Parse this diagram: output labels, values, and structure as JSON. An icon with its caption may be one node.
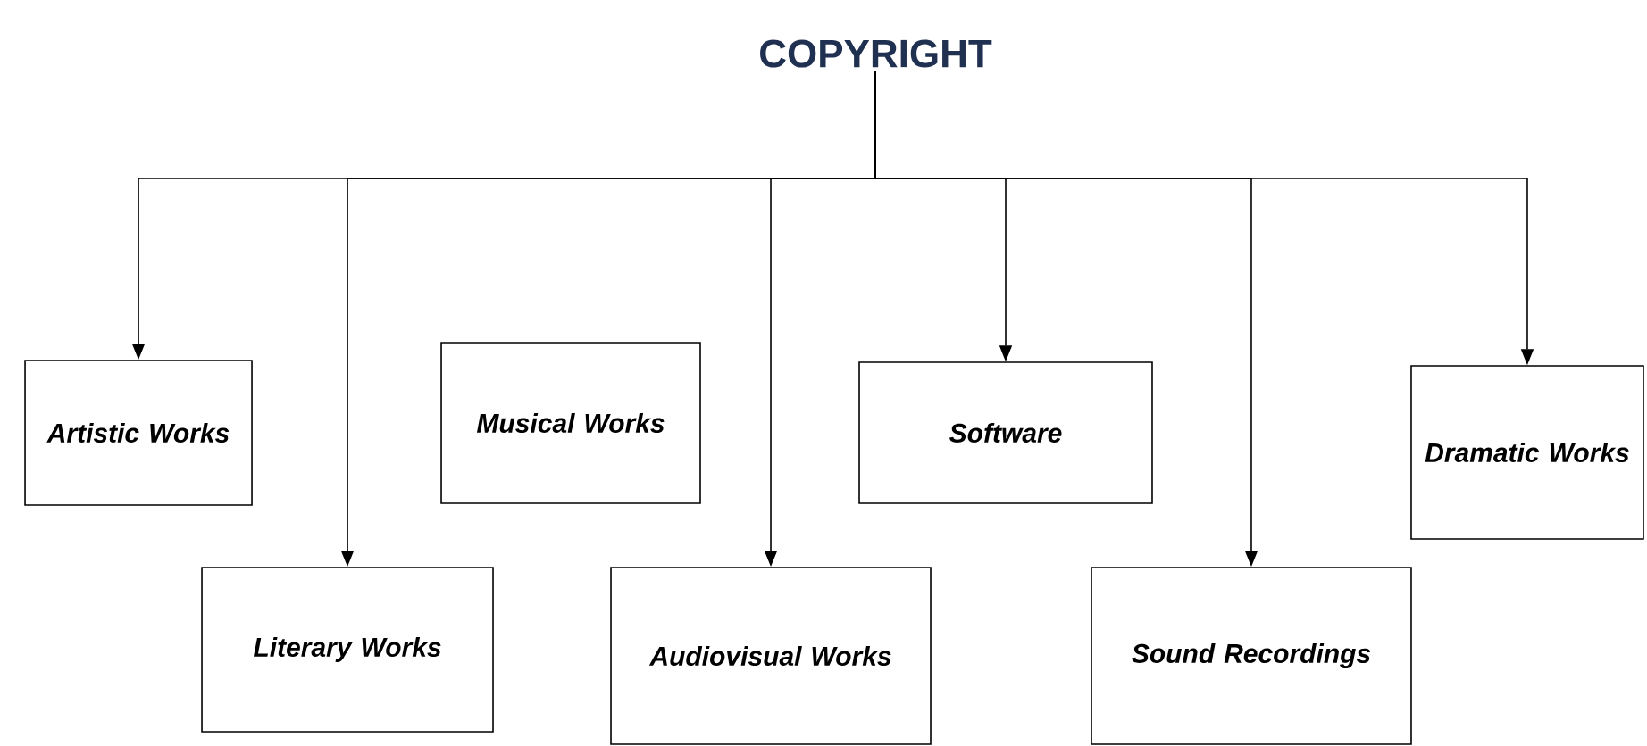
{
  "diagram": {
    "nodes": [
      {
        "text": [
          "COPYRIGHT"
        ]
      },
      {
        "text": [
          "Artistic Works"
        ]
      },
      {
        "text": [
          "Musical Works"
        ]
      },
      {
        "text": [
          "Software"
        ]
      },
      {
        "text": [
          "Dramatic Works"
        ]
      },
      {
        "text": [
          "Literary Works"
        ]
      },
      {
        "text": [
          "Audiovisual Works"
        ]
      },
      {
        "text": [
          "Sound Recordings"
        ]
      }
    ],
    "edges": [
      {
        "from": 0,
        "to": 1,
        "arrow": "to"
      },
      {
        "from": 0,
        "to": 5,
        "arrow": "to"
      },
      {
        "from": 0,
        "to": 6,
        "arrow": "to"
      },
      {
        "from": 0,
        "to": 3,
        "arrow": "to"
      },
      {
        "from": 0,
        "to": 7,
        "arrow": "to"
      },
      {
        "from": 0,
        "to": 4,
        "arrow": "to"
      }
    ]
  }
}
